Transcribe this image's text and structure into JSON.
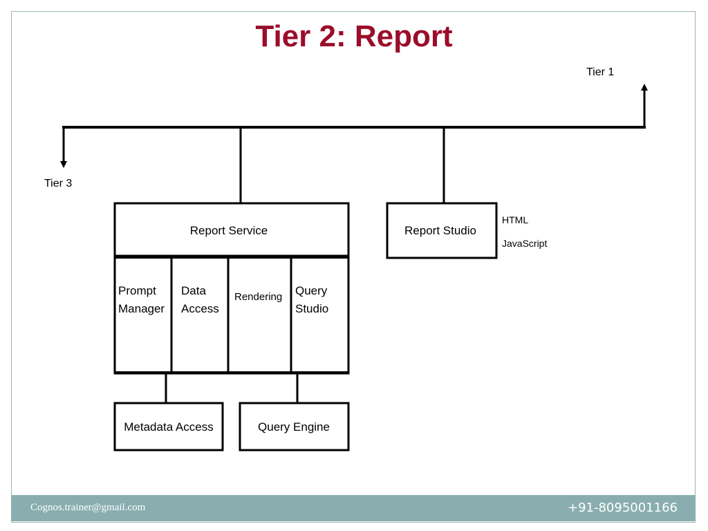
{
  "slide": {
    "title": "Tier 2: Report"
  },
  "diagram": {
    "tier1_label": "Tier 1",
    "tier3_label": "Tier 3",
    "report_service": "Report Service",
    "report_studio": "Report Studio",
    "report_studio_outputs": [
      "HTML",
      "JavaScript"
    ],
    "modules": [
      {
        "lines": [
          "Prompt",
          "Manager"
        ]
      },
      {
        "lines": [
          "Data",
          "Access"
        ]
      },
      {
        "lines": [
          "Rendering"
        ]
      },
      {
        "lines": [
          "Query",
          "Studio"
        ]
      }
    ],
    "metadata_access": "Metadata Access",
    "query_engine": "Query Engine"
  },
  "footer": {
    "email": "Cognos.trainer@gmail.com",
    "phone": "+91-8095001166"
  }
}
